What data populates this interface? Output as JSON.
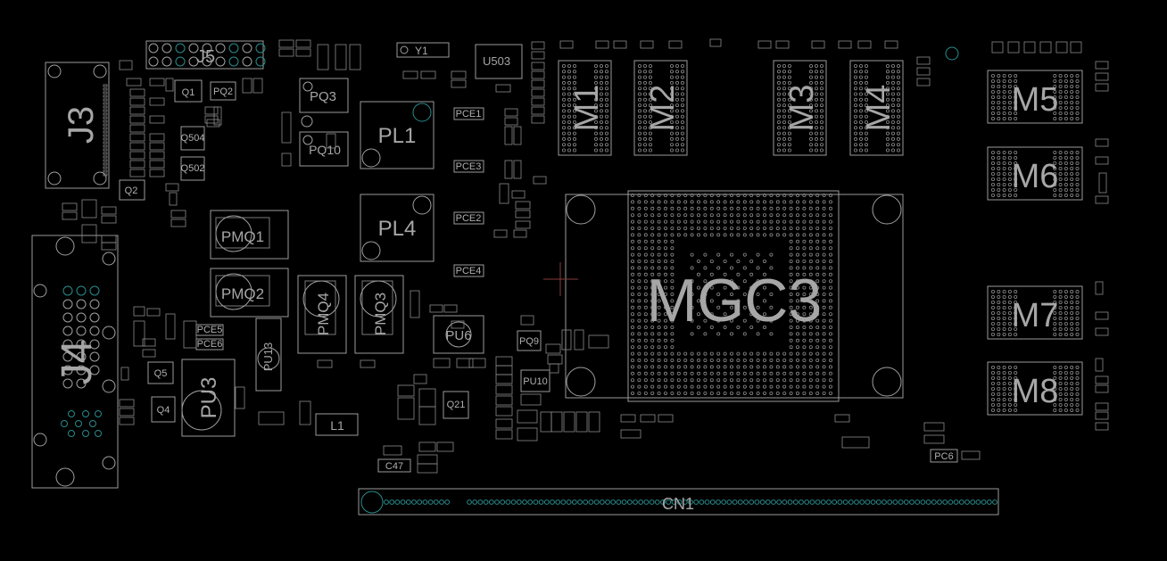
{
  "board": {
    "labels": {
      "j5": "J5",
      "j3": "J3",
      "j4": "J4",
      "y1": "Y1",
      "u503": "U503",
      "m1": "M1",
      "m2": "M2",
      "m3": "M3",
      "m4": "M4",
      "m5": "M5",
      "m6": "M6",
      "m7": "M7",
      "m8": "M8",
      "mgc3": "MGC3",
      "pl1": "PL1",
      "pl4": "PL4",
      "pq3": "PQ3",
      "pq10": "PQ10",
      "pq9": "PQ9",
      "pmq1": "PMQ1",
      "pmq2": "PMQ2",
      "pmq3": "PMQ3",
      "pmq4": "PMQ4",
      "pu3": "PU3",
      "pu6": "PU6",
      "pu10": "PU10",
      "pu13": "PU13",
      "q1": "Q1",
      "q2": "Q2",
      "q4": "Q4",
      "q5": "Q5",
      "q21": "Q21",
      "q504": "Q504",
      "q502": "Q502",
      "pq2": "PQ2",
      "l1": "L1",
      "cn1": "CN1",
      "pce1": "PCE1",
      "pce2": "PCE2",
      "pce3": "PCE3",
      "pce4": "PCE4",
      "c47": "C47",
      "pc6": "PC6",
      "pce5": "PCE5",
      "pce6": "PCE6"
    },
    "colors": {
      "background": "#000000",
      "silkscreen": "#9a9a9a",
      "plated_hole": "#2a8c8c",
      "origin_marker": "#8a3a3a"
    }
  }
}
